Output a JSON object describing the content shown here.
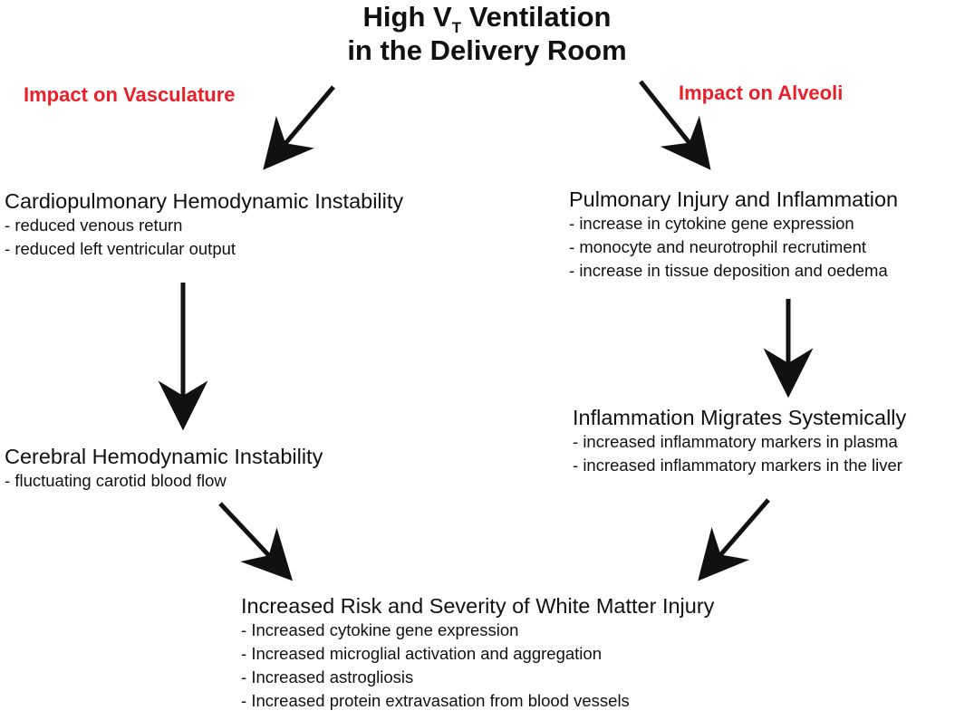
{
  "title": {
    "line1_prefix": "High V",
    "line1_sub": "T",
    "line1_suffix": " Ventilation",
    "line2": "in the Delivery Room"
  },
  "branches": {
    "vasculature": "Impact on Vasculature",
    "alveoli": "Impact on Alveoli"
  },
  "nodes": {
    "cardiopulmonary": {
      "heading": "Cardiopulmonary Hemodynamic Instability",
      "items": [
        "reduced venous return",
        "reduced left ventricular output"
      ]
    },
    "pulmonary": {
      "heading": "Pulmonary Injury and Inflammation",
      "items": [
        "increase in cytokine gene expression",
        "monocyte and neurotrophil recrutiment",
        "increase in tissue deposition and oedema"
      ]
    },
    "cerebral": {
      "heading": "Cerebral Hemodynamic Instability",
      "items": [
        "fluctuating carotid blood flow"
      ]
    },
    "systemic": {
      "heading": "Inflammation Migrates Systemically",
      "items": [
        "increased inflammatory markers in plasma",
        "increased inflammatory markers in the liver"
      ]
    },
    "white_matter": {
      "heading": "Increased Risk and Severity of White Matter Injury",
      "items": [
        "Increased cytokine gene expression",
        "Increased microglial activation and aggregation",
        "Increased astrogliosis",
        "Increased protein extravasation from blood vessels"
      ]
    }
  },
  "colors": {
    "impact_label": "#e8202a",
    "text": "#111111",
    "arrow": "#111111"
  }
}
